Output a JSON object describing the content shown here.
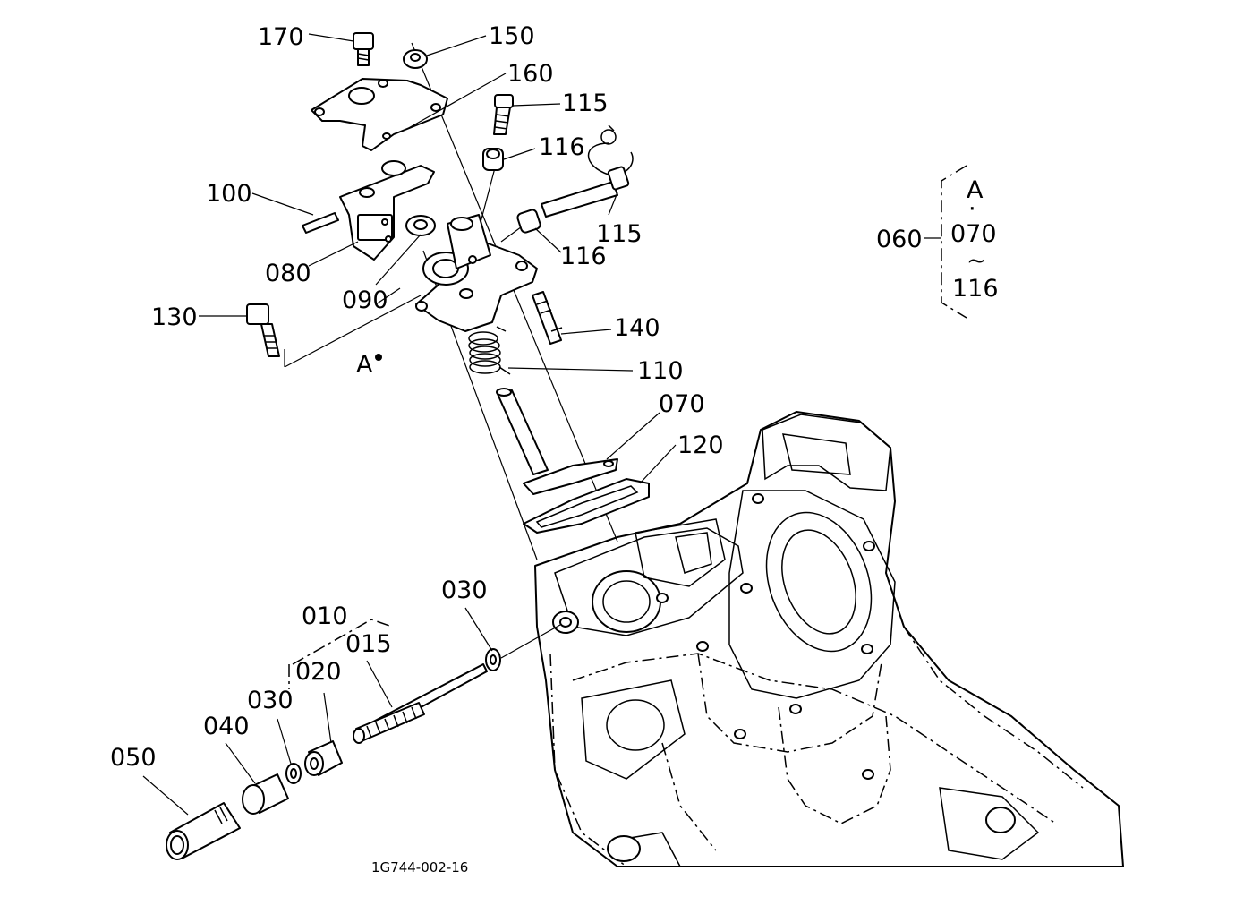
{
  "diagram": {
    "drawing_number": "1G744-002-16",
    "group_bracket": {
      "group_label": "060",
      "top": "A",
      "dot": "·",
      "from": "070",
      "tilde": "~",
      "to": "116"
    },
    "callouts": [
      {
        "id": "170",
        "text": "170"
      },
      {
        "id": "150",
        "text": "150"
      },
      {
        "id": "160",
        "text": "160"
      },
      {
        "id": "115a",
        "text": "115"
      },
      {
        "id": "116a",
        "text": "116"
      },
      {
        "id": "115b",
        "text": "115"
      },
      {
        "id": "116b",
        "text": "116"
      },
      {
        "id": "100",
        "text": "100"
      },
      {
        "id": "080",
        "text": "080"
      },
      {
        "id": "090",
        "text": "090"
      },
      {
        "id": "130",
        "text": "130"
      },
      {
        "id": "140",
        "text": "140"
      },
      {
        "id": "110",
        "text": "110"
      },
      {
        "id": "A",
        "text": "A"
      },
      {
        "id": "070",
        "text": "070"
      },
      {
        "id": "120",
        "text": "120"
      },
      {
        "id": "030a",
        "text": "030"
      },
      {
        "id": "010",
        "text": "010"
      },
      {
        "id": "015",
        "text": "015"
      },
      {
        "id": "020",
        "text": "020"
      },
      {
        "id": "030b",
        "text": "030"
      },
      {
        "id": "040",
        "text": "040"
      },
      {
        "id": "050",
        "text": "050"
      }
    ]
  }
}
